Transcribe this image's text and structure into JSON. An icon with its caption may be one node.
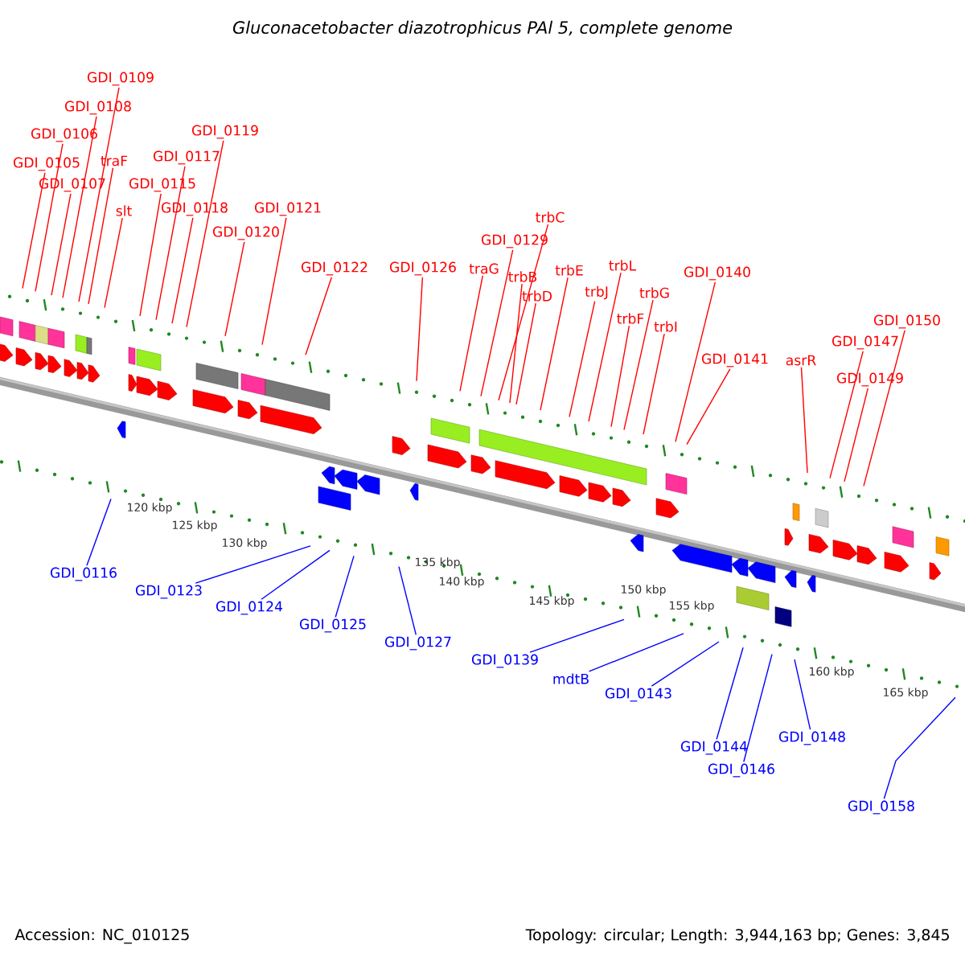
{
  "diagram": {
    "title": "Gluconacetobacter diazotrophicus PAl 5, complete genome",
    "nodes": [
      {
        "text": [
          "GDI_0109"
        ]
      },
      {
        "text": [
          "GDI_0108"
        ]
      },
      {
        "text": [
          "GDI_0119"
        ]
      },
      {
        "text": [
          "GDI_0106"
        ]
      },
      {
        "text": [
          "GDI_0117"
        ]
      },
      {
        "text": [
          "traF"
        ]
      },
      {
        "text": [
          "GDI_0105"
        ]
      },
      {
        "text": [
          "GDI_0107"
        ]
      },
      {
        "text": [
          "GDI_0115"
        ]
      },
      {
        "text": [
          "slt"
        ]
      },
      {
        "text": [
          "GDI_0118"
        ]
      },
      {
        "text": [
          "GDI_0121"
        ]
      },
      {
        "text": [
          "trbC"
        ]
      },
      {
        "text": [
          "GDI_0120"
        ]
      },
      {
        "text": [
          "GDI_0129"
        ]
      },
      {
        "text": [
          "GDI_0122"
        ]
      },
      {
        "text": [
          "GDI_0126"
        ]
      },
      {
        "text": [
          "traG"
        ]
      },
      {
        "text": [
          "trbE"
        ]
      },
      {
        "text": [
          "trbL"
        ]
      },
      {
        "text": [
          "GDI_0140"
        ]
      },
      {
        "text": [
          "trbB"
        ]
      },
      {
        "text": [
          "trbJ"
        ]
      },
      {
        "text": [
          "trbG"
        ]
      },
      {
        "text": [
          "trbD"
        ]
      },
      {
        "text": [
          "trbF"
        ]
      },
      {
        "text": [
          "GDI_0150"
        ]
      },
      {
        "text": [
          "trbI"
        ]
      },
      {
        "text": [
          "GDI_0147"
        ]
      },
      {
        "text": [
          "GDI_0141"
        ]
      },
      {
        "text": [
          "asrR"
        ]
      },
      {
        "text": [
          "GDI_0149"
        ]
      },
      {
        "text": [
          "GDI_0116"
        ]
      },
      {
        "text": [
          "GDI_0123"
        ]
      },
      {
        "text": [
          "GDI_0124"
        ]
      },
      {
        "text": [
          "GDI_0125"
        ]
      },
      {
        "text": [
          "GDI_0127"
        ]
      },
      {
        "text": [
          "GDI_0139"
        ]
      },
      {
        "text": [
          "mdtB"
        ]
      },
      {
        "text": [
          "GDI_0143"
        ]
      },
      {
        "text": [
          "GDI_0144"
        ]
      },
      {
        "text": [
          "GDI_0146"
        ]
      },
      {
        "text": [
          "GDI_0148"
        ]
      },
      {
        "text": [
          "GDI_0158"
        ]
      }
    ],
    "edges": [
      {
        "from": 0,
        "to": null,
        "arrow": "none"
      },
      {
        "from": 1,
        "to": null,
        "arrow": "none"
      },
      {
        "from": 2,
        "to": null,
        "arrow": "none"
      },
      {
        "from": 3,
        "to": null,
        "arrow": "none"
      },
      {
        "from": 4,
        "to": null,
        "arrow": "none"
      },
      {
        "from": 5,
        "to": null,
        "arrow": "none"
      },
      {
        "from": 6,
        "to": null,
        "arrow": "none"
      },
      {
        "from": 7,
        "to": null,
        "arrow": "none"
      },
      {
        "from": 8,
        "to": null,
        "arrow": "none"
      },
      {
        "from": 9,
        "to": null,
        "arrow": "none"
      },
      {
        "from": 10,
        "to": null,
        "arrow": "none"
      },
      {
        "from": 11,
        "to": null,
        "arrow": "none"
      },
      {
        "from": 12,
        "to": null,
        "arrow": "none"
      },
      {
        "from": 13,
        "to": null,
        "arrow": "none"
      },
      {
        "from": 14,
        "to": null,
        "arrow": "none"
      },
      {
        "from": 15,
        "to": null,
        "arrow": "none"
      },
      {
        "from": 16,
        "to": null,
        "arrow": "none"
      },
      {
        "from": 17,
        "to": null,
        "arrow": "none"
      },
      {
        "from": 18,
        "to": null,
        "arrow": "none"
      },
      {
        "from": 19,
        "to": null,
        "arrow": "none"
      },
      {
        "from": 20,
        "to": null,
        "arrow": "none"
      },
      {
        "from": 21,
        "to": null,
        "arrow": "none"
      },
      {
        "from": 22,
        "to": null,
        "arrow": "none"
      },
      {
        "from": 23,
        "to": null,
        "arrow": "none"
      },
      {
        "from": 24,
        "to": null,
        "arrow": "none"
      },
      {
        "from": 25,
        "to": null,
        "arrow": "none"
      },
      {
        "from": 26,
        "to": null,
        "arrow": "none"
      },
      {
        "from": 27,
        "to": null,
        "arrow": "none"
      },
      {
        "from": 28,
        "to": null,
        "arrow": "none"
      },
      {
        "from": 29,
        "to": null,
        "arrow": "none"
      },
      {
        "from": 30,
        "to": null,
        "arrow": "none"
      },
      {
        "from": 31,
        "to": null,
        "arrow": "none"
      },
      {
        "from": 32,
        "to": null,
        "arrow": "none",
        "color": "#0000ff"
      },
      {
        "from": 33,
        "to": null,
        "arrow": "none",
        "color": "#0000ff"
      },
      {
        "from": 34,
        "to": null,
        "arrow": "none",
        "color": "#0000ff"
      },
      {
        "from": 35,
        "to": null,
        "arrow": "none",
        "color": "#0000ff"
      },
      {
        "from": 36,
        "to": null,
        "arrow": "none",
        "color": "#0000ff"
      },
      {
        "from": 37,
        "to": null,
        "arrow": "none",
        "color": "#0000ff"
      },
      {
        "from": 38,
        "to": null,
        "arrow": "none",
        "color": "#0000ff"
      },
      {
        "from": 39,
        "to": null,
        "arrow": "none",
        "color": "#0000ff"
      },
      {
        "from": 40,
        "to": null,
        "arrow": "none",
        "color": "#0000ff"
      },
      {
        "from": 41,
        "to": null,
        "arrow": "none",
        "color": "#0000ff"
      },
      {
        "from": 42,
        "to": null,
        "arrow": "none",
        "color": "#0000ff"
      },
      {
        "from": 43,
        "to": null,
        "arrow": "none",
        "color": "#0000ff"
      }
    ],
    "labels": [
      "120 kbp",
      "125 kbp",
      "130 kbp",
      "135 kbp",
      "140 kbp",
      "145 kbp",
      "150 kbp",
      "155 kbp",
      "160 kbp",
      "165 kbp",
      "Accession: NC_010125",
      "Topology: circular; Length: 3,944,163 bp; Genes: 3,845"
    ]
  }
}
